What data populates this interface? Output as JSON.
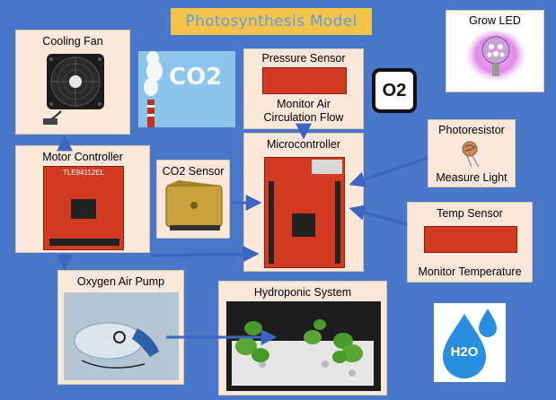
{
  "title": "Photosynthesis Model",
  "cards": {
    "cooling_fan": "Cooling Fan",
    "pressure_sensor": "Pressure Sensor",
    "pressure_sensor_caption": "Monitor Air\nCirculation Flow",
    "grow_led": "Grow LED",
    "motor_controller": "Motor Controller",
    "motor_chip": "TLE94112EL",
    "co2_sensor": "CO2 Sensor",
    "microcontroller": "Microcontroller",
    "photoresistor": "Photoresistor",
    "photoresistor_caption": "Measure Light",
    "temp_sensor": "Temp Sensor",
    "temp_sensor_caption": "Monitor Temperature",
    "oxygen_pump": "Oxygen Air Pump",
    "hydroponic": "Hydroponic System"
  },
  "icons": {
    "co2": "CO2",
    "o2": "O2",
    "h2o": "H2O"
  },
  "colors": {
    "background": "#4a78c8",
    "card": "#fbe8da",
    "title_box": "#f5c24a",
    "title_text": "#5aa0e6",
    "board_red": "#d23a22",
    "arrow": "#3c64c0",
    "grow_led_glow": "#e08ae8",
    "water_drop": "#2a8ee0"
  }
}
